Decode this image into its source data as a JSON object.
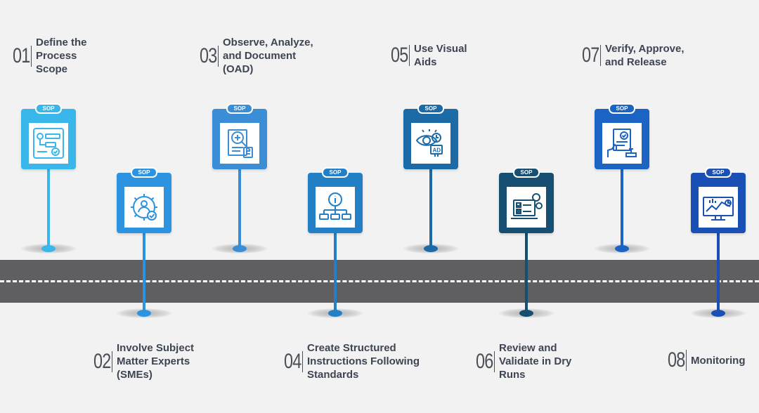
{
  "board_tag": "SOP",
  "steps": [
    {
      "num": "01",
      "label": "Define the\nProcess\nScope",
      "color": "#39b6ea",
      "icon": "process-flow-icon"
    },
    {
      "num": "02",
      "label": "Involve Subject\nMatter Experts\n(SMEs)",
      "color": "#2b93e0",
      "icon": "gear-person-icon"
    },
    {
      "num": "03",
      "label": "Observe, Analyze,\nand Document\n(OAD)",
      "color": "#3b8ed6",
      "icon": "document-magnifier-icon"
    },
    {
      "num": "04",
      "label": "Create Structured\nInstructions Following\nStandards",
      "color": "#2480c6",
      "icon": "hierarchy-info-icon"
    },
    {
      "num": "05",
      "label": "Use Visual\nAids",
      "color": "#1c6aa6",
      "icon": "eye-ad-icon"
    },
    {
      "num": "06",
      "label": "Review and\nValidate in Dry\nRuns",
      "color": "#164f72",
      "icon": "laptop-checklist-icon"
    },
    {
      "num": "07",
      "label": "Verify, Approve,\nand Release",
      "color": "#1b64c4",
      "icon": "approval-stamp-icon"
    },
    {
      "num": "08",
      "label": "Monitoring",
      "color": "#1a4fb5",
      "icon": "monitor-analytics-icon"
    }
  ]
}
